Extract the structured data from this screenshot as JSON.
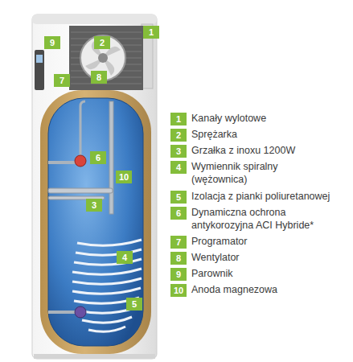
{
  "diagram": {
    "nodes": [
      {
        "text": [
          "9"
        ]
      },
      {
        "text": [
          "2"
        ]
      },
      {
        "text": [
          "1"
        ]
      },
      {
        "text": [
          "7"
        ]
      },
      {
        "text": [
          "8"
        ]
      },
      {
        "text": [
          "6"
        ]
      },
      {
        "text": [
          "10"
        ]
      },
      {
        "text": [
          "3"
        ]
      },
      {
        "text": [
          "4"
        ]
      },
      {
        "text": [
          "5"
        ]
      },
      {
        "text": [
          "1",
          "Kanały wylotowe"
        ]
      },
      {
        "text": [
          "2",
          "Sprężarka"
        ]
      },
      {
        "text": [
          "3",
          "Grzałka z inoxu 1200W"
        ]
      },
      {
        "text": [
          "4",
          "Wymiennik spiralny (wężownica)"
        ]
      },
      {
        "text": [
          "5",
          "Izolacja z pianki poliuretanowej"
        ]
      },
      {
        "text": [
          "6",
          "Dynamiczna ochrona antykorozyjna ACI Hybride*"
        ]
      },
      {
        "text": [
          "7",
          "Programator"
        ]
      },
      {
        "text": [
          "8",
          "Wentylator"
        ]
      },
      {
        "text": [
          "9",
          "Parownik"
        ]
      },
      {
        "text": [
          "10",
          "Anoda magnezowa"
        ]
      }
    ]
  }
}
